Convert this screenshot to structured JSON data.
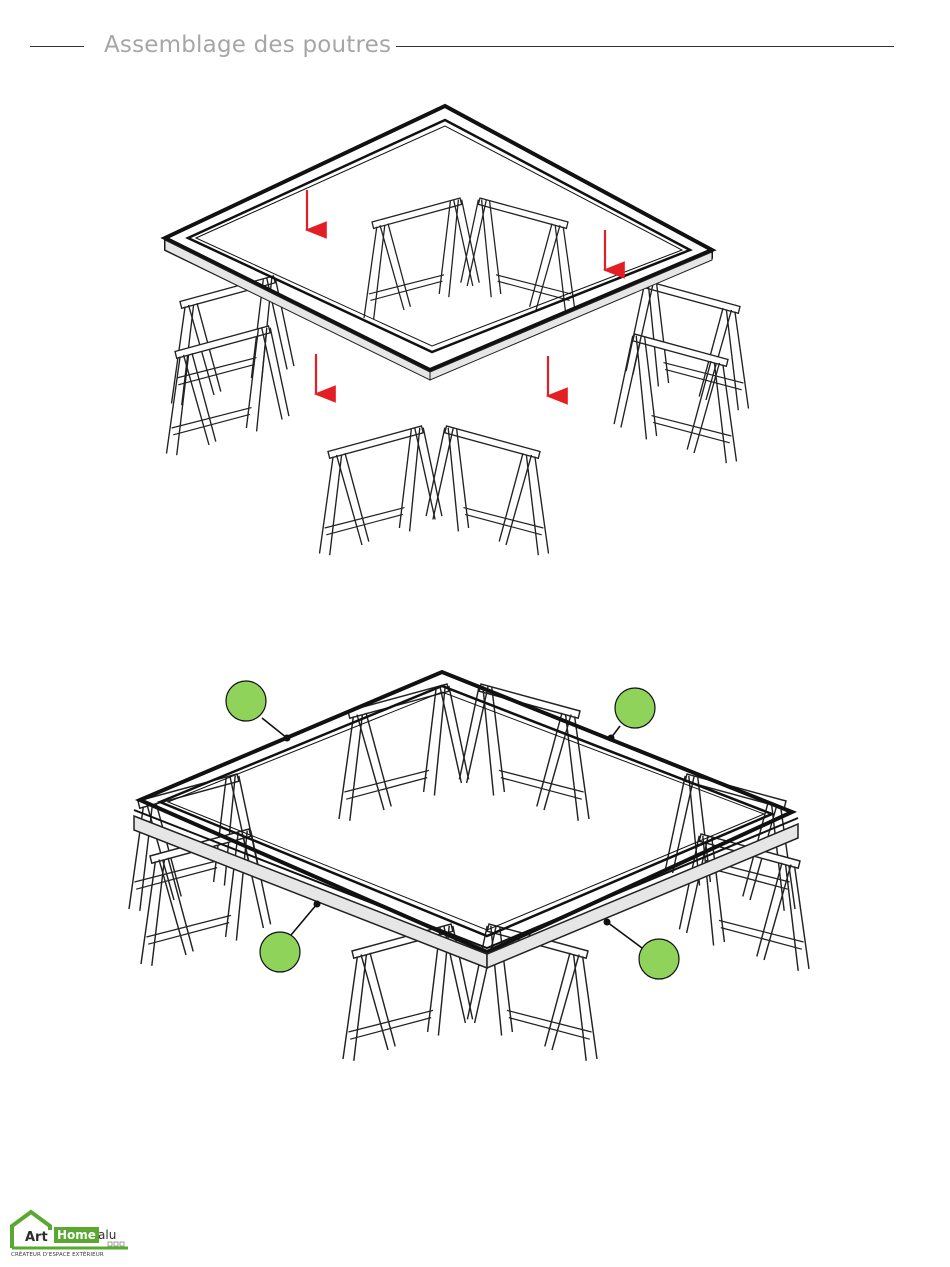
{
  "header": {
    "title": "Assemblage des poutres"
  },
  "figures": {
    "top": {
      "arrows": 4,
      "arrow_color": "#e31e24"
    },
    "bottom": {
      "callouts": 4,
      "callout_color": "#8fd35a"
    }
  },
  "logo": {
    "art": "Art",
    "home": "Home",
    "alu": "alu",
    "tagline": "CRÉATEUR D'ESPACE EXTÉRIEUR",
    "brand_color": "#5aa832"
  }
}
